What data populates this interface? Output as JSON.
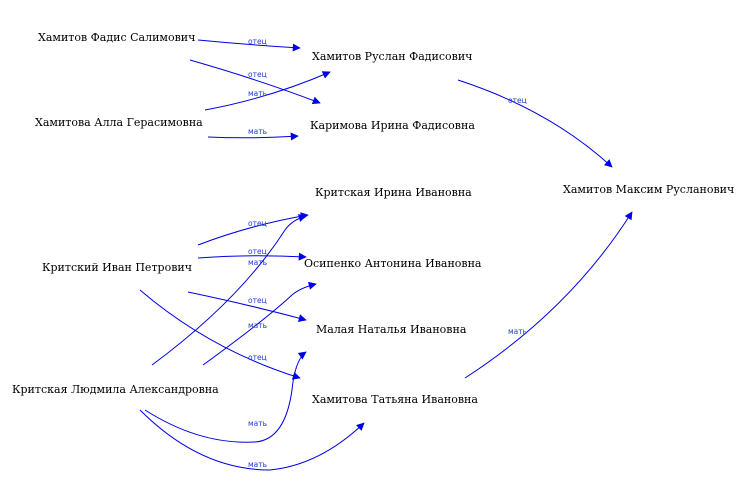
{
  "colors": {
    "edge": "#0000e6",
    "edge_label": "#1f3fcf",
    "text": "#000000",
    "background": "#ffffff"
  },
  "people": {
    "fadis": "Хамитов Фадис Салимович",
    "alla": "Хамитова Алла Герасимовна",
    "ruslan": "Хамитов Руслан Фадисович",
    "karimova": "Каримова Ирина Фадисовна",
    "maxim": "Хамитов Максим Русланович",
    "kritskaya_irina": "Критская Ирина Ивановна",
    "ivan": "Критский Иван Петрович",
    "osipenko": "Осипенко Антонина Ивановна",
    "malaya": "Малая Наталья Ивановна",
    "lyudmila": "Критская Людмила Александровна",
    "tatyana": "Хамитова Татьяна Ивановна"
  },
  "relations": {
    "father": "отец",
    "mother": "мать"
  }
}
